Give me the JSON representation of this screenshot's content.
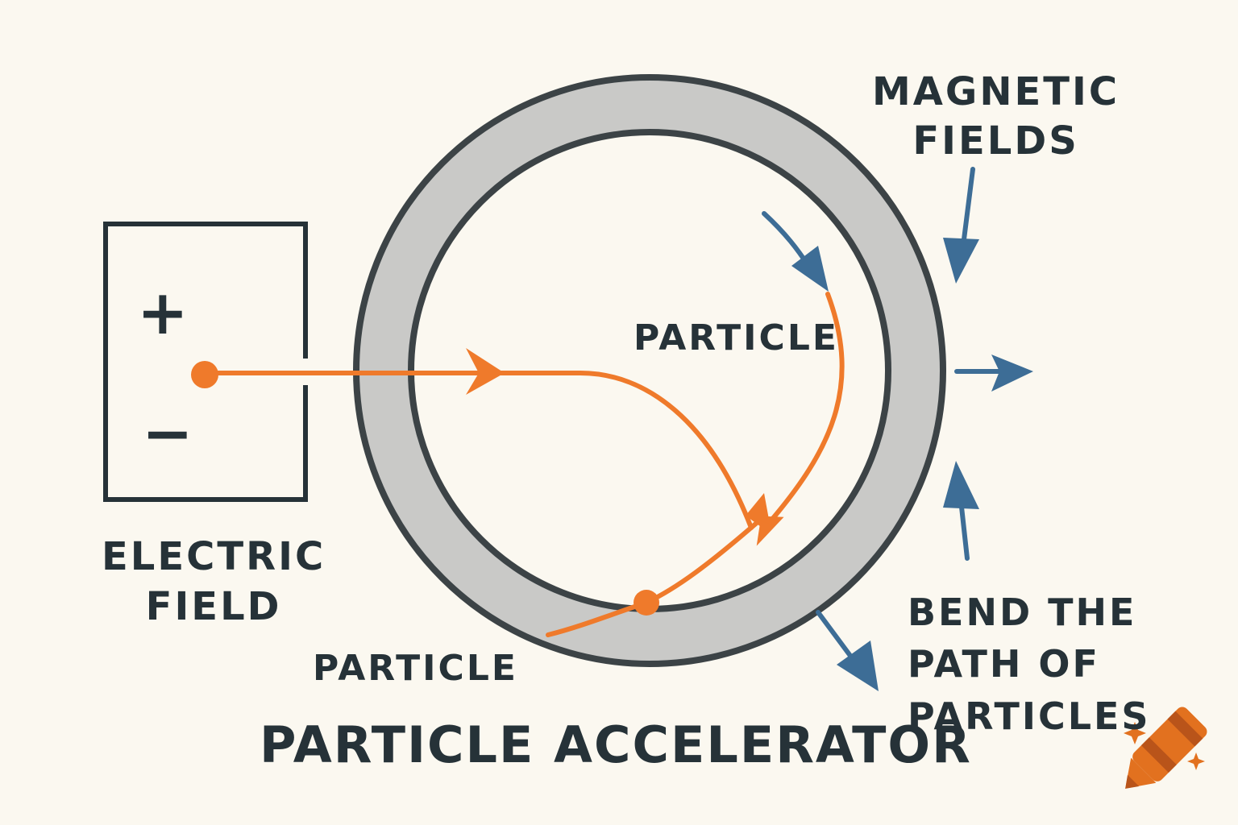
{
  "labels": {
    "magnetic_fields": [
      "MAGNETIC",
      "FIELDS"
    ],
    "electric_field": [
      "ELECTRIC",
      "FIELD"
    ],
    "particle_inner": "PARTICLE",
    "particle_outer": "PARTICLE",
    "bend_path": [
      "BEND THE",
      "PATH OF",
      "PARTICLES"
    ],
    "title": "PARTICLE ACCELERATOR"
  },
  "field_box": {
    "plus_symbol": "+",
    "minus_symbol": "−"
  },
  "icons": {
    "path_arrows": "arrowhead-icon",
    "magnet_arrows": "arrow-icon",
    "watermark": "crayon-icon"
  },
  "colors": {
    "background": "#fbf8f0",
    "ink": "#263238",
    "ring_fill": "#c9c9c7",
    "particle_path": "#ef7a2b",
    "magnetic_arrow": "#3d6d96",
    "crayon": "#e2711f"
  }
}
